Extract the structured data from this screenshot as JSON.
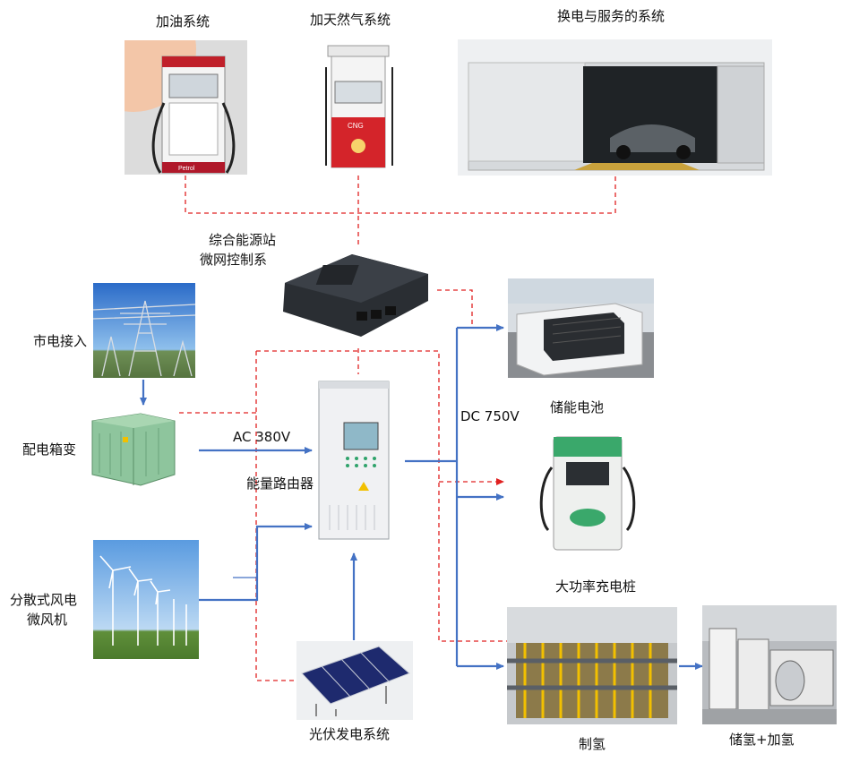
{
  "labels": {
    "fuel": "加油系统",
    "cng": "加天然气系统",
    "swap": "换电与服务的系统",
    "controller_1": "综合能源站",
    "controller_2": "微网控制系统",
    "grid": "市电接入",
    "transformer": "配电箱变",
    "ac": "AC 380V",
    "router": "能量路由器",
    "wind_1": "分散式风电",
    "wind_2": "微风机",
    "solar": "光伏发电系统",
    "dc": "DC 750V",
    "battery": "储能电池",
    "charger": "大功率充电桩",
    "electrolyzer": "制氢",
    "h2": "储氢+加氢"
  },
  "pump_text": {
    "cng_tag": "CNG",
    "petrol_tag": "Petrol"
  },
  "colors": {
    "power_line": "#4472c4",
    "control_line": "#e02020"
  }
}
